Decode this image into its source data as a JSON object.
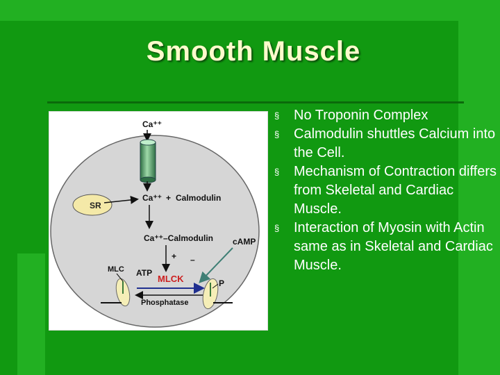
{
  "slide": {
    "title": "Smooth Muscle",
    "bullet_marker": "§",
    "bullets": [
      "No Troponin Complex",
      "Calmodulin shuttles Calcium into the Cell.",
      "Mechanism of Contraction differs from Skeletal and Cardiac Muscle.",
      "Interaction of Myosin with Actin same as in Skeletal and Cardiac Muscle."
    ]
  },
  "diagram": {
    "ca_top": "Ca⁺⁺",
    "sr": "SR",
    "ca_mid": "Ca⁺⁺",
    "plus_1": "+",
    "calmodulin": "Calmodulin",
    "ca_calmodulin": "Ca⁺⁺–Calmodulin",
    "camp": "cAMP",
    "plus_2": "+",
    "minus": "–",
    "mlc": "MLC",
    "atp": "ATP",
    "mlck": "MLCK",
    "p": "P",
    "phosphatase": "Phosphatase"
  }
}
